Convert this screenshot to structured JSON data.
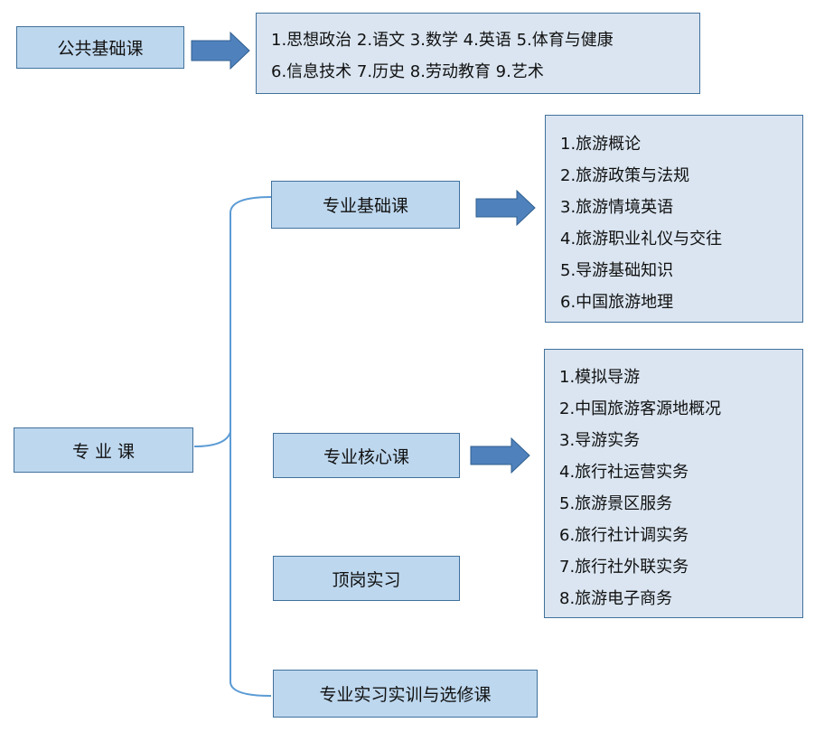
{
  "public": {
    "label": "公共基础课",
    "lines": [
      "1.思想政治 2.语文 3.数学 4.英语 5.体育与健康",
      "6.信息技术 7.历史 8.劳动教育 9.艺术"
    ]
  },
  "major": {
    "label": "专 业 课",
    "branches": {
      "foundation": {
        "label": "专业基础课",
        "items": [
          "1.旅游概论",
          "2.旅游政策与法规",
          "3.旅游情境英语",
          "4.旅游职业礼仪与交往",
          "5.导游基础知识",
          "6.中国旅游地理"
        ]
      },
      "core": {
        "label": "专业核心课",
        "items": [
          "1.模拟导游",
          "2.中国旅游客源地概况",
          "3.导游实务",
          "4.旅行社运营实务",
          "5.旅游景区服务",
          "6.旅行社计调实务",
          "7.旅行社外联实务",
          "8.旅游电子商务"
        ]
      },
      "internship": {
        "label": "顶岗实习"
      },
      "practice": {
        "label": "专业实习实训与选修课"
      }
    }
  },
  "colors": {
    "box_fill": "#bdd7ee",
    "list_fill": "#dae5f1",
    "border": "#41719c",
    "arrow": "#4f81bd",
    "bracket": "#5b9bd5"
  }
}
